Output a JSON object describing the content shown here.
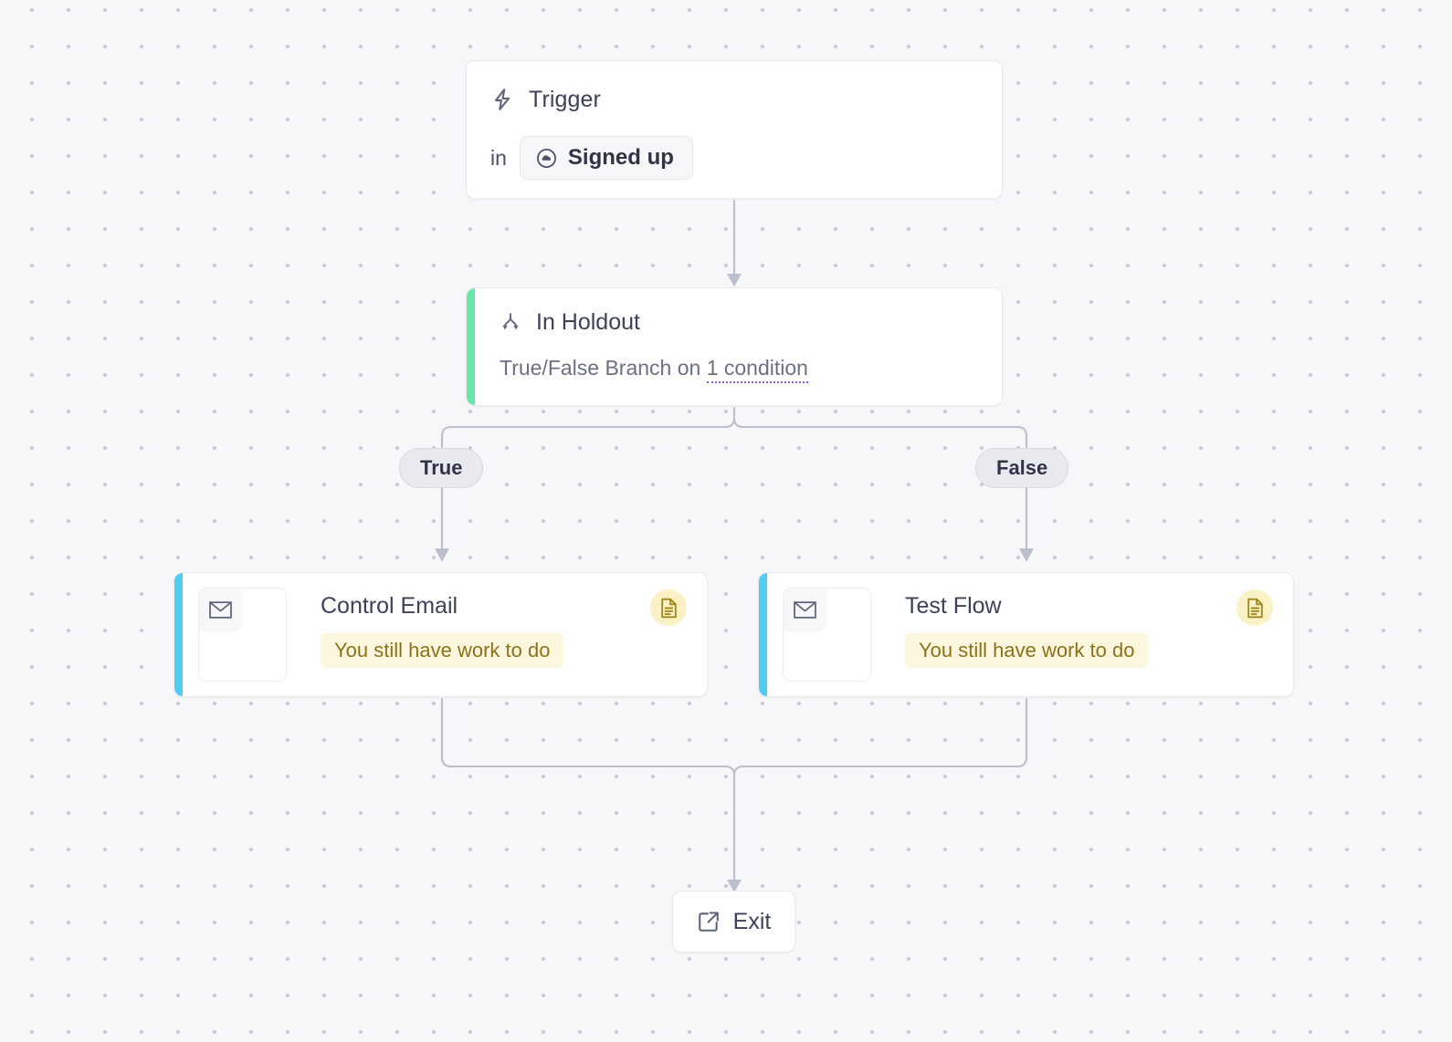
{
  "canvas": {
    "background_color": "#f6f7f9",
    "dot_color": "#c8cad4",
    "connector_color": "#bcbfcc"
  },
  "nodes": {
    "trigger": {
      "icon": "lightning-bolt-icon",
      "title": "Trigger",
      "preposition": "in",
      "chip": {
        "icon": "cloud-circle-icon",
        "label": "Signed up"
      }
    },
    "holdout": {
      "icon": "branch-icon",
      "title": "In Holdout",
      "subtitle_prefix": "True/False Branch on ",
      "subtitle_link": "1 condition",
      "accent_color": "#6ae7a8"
    },
    "branches": {
      "true_label": "True",
      "false_label": "False"
    },
    "control_email": {
      "icon": "envelope-icon",
      "title": "Control Email",
      "warning": "You still have work to do",
      "badge_icon": "document-icon",
      "accent_color": "#4ecdf0",
      "badge_color": "#fbf1c6"
    },
    "test_flow": {
      "icon": "envelope-icon",
      "title": "Test Flow",
      "warning": "You still have work to do",
      "badge_icon": "document-icon",
      "accent_color": "#4ecdf0",
      "badge_color": "#fbf1c6"
    },
    "exit": {
      "icon": "external-link-icon",
      "label": "Exit"
    }
  }
}
